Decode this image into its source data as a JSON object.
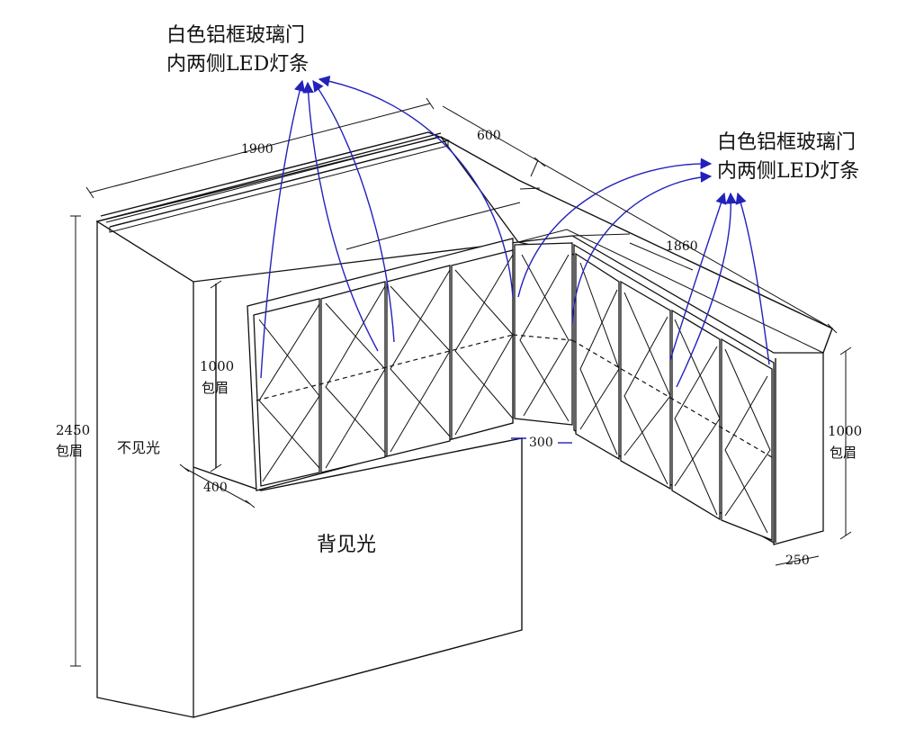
{
  "annotations": {
    "left_note_line1": "白色铝框玻璃门",
    "left_note_line2": "内两侧LED灯条",
    "right_note_line1": "白色铝框玻璃门",
    "right_note_line2": "内两侧LED灯条"
  },
  "dimensions": {
    "top_width": "1900",
    "corner_depth": "600",
    "right_width": "1860",
    "total_height_value": "2450",
    "total_height_note": "包眉",
    "left_cabinet_height_value": "1000",
    "left_cabinet_height_note": "包眉",
    "right_cabinet_height_value": "1000",
    "right_cabinet_height_note": "包眉",
    "left_depth": "400",
    "corner_width": "300",
    "right_depth": "250"
  },
  "labels": {
    "side_panel": "不见光",
    "back_panel": "背见光"
  },
  "colors": {
    "line": "#111111",
    "led_arrows": "#2222bb"
  }
}
